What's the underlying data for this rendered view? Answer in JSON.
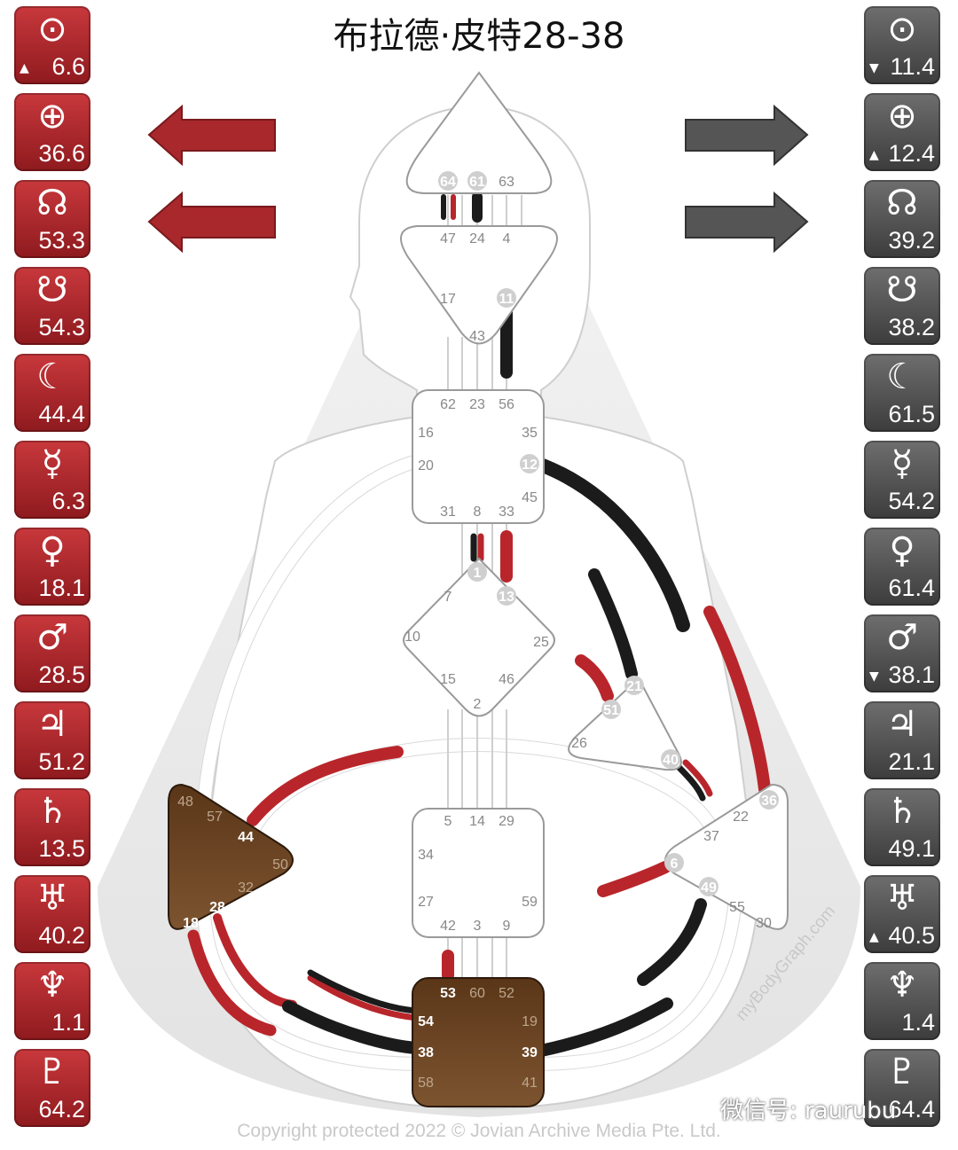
{
  "title": "布拉德·皮特28-38",
  "copyright": "Copyright protected 2022 © Jovian Archive Media Pte. Ltd.",
  "side_watermark": "myBodyGraph.com",
  "watermark": "微信号: raurubu",
  "colors": {
    "design_red": "#b8262b",
    "personality_black": "#1b1b1b",
    "defined_center": "#6b4424"
  },
  "design_column": [
    {
      "icon": "sun-icon",
      "symbol": "⊙",
      "value": "6.6",
      "arrow": "▲"
    },
    {
      "icon": "earth-icon",
      "symbol": "⊕",
      "value": "36.6",
      "arrow": ""
    },
    {
      "icon": "north-node-icon",
      "symbol": "☊",
      "value": "53.3",
      "arrow": ""
    },
    {
      "icon": "south-node-icon",
      "symbol": "☋",
      "value": "54.3",
      "arrow": ""
    },
    {
      "icon": "moon-icon",
      "symbol": "☾",
      "value": "44.4",
      "arrow": ""
    },
    {
      "icon": "mercury-icon",
      "symbol": "☿",
      "value": "6.3",
      "arrow": ""
    },
    {
      "icon": "venus-icon",
      "symbol": "♀",
      "value": "18.1",
      "arrow": ""
    },
    {
      "icon": "mars-icon",
      "symbol": "♂",
      "value": "28.5",
      "arrow": ""
    },
    {
      "icon": "jupiter-icon",
      "symbol": "♃",
      "value": "51.2",
      "arrow": ""
    },
    {
      "icon": "saturn-icon",
      "symbol": "♄",
      "value": "13.5",
      "arrow": ""
    },
    {
      "icon": "uranus-icon",
      "symbol": "♅",
      "value": "40.2",
      "arrow": ""
    },
    {
      "icon": "neptune-icon",
      "symbol": "♆",
      "value": "1.1",
      "arrow": ""
    },
    {
      "icon": "pluto-icon",
      "symbol": "♇",
      "value": "64.2",
      "arrow": ""
    }
  ],
  "personality_column": [
    {
      "icon": "sun-icon",
      "symbol": "⊙",
      "value": "11.4",
      "arrow": "▼"
    },
    {
      "icon": "earth-icon",
      "symbol": "⊕",
      "value": "12.4",
      "arrow": "▲"
    },
    {
      "icon": "north-node-icon",
      "symbol": "☊",
      "value": "39.2",
      "arrow": ""
    },
    {
      "icon": "south-node-icon",
      "symbol": "☋",
      "value": "38.2",
      "arrow": ""
    },
    {
      "icon": "moon-icon",
      "symbol": "☾",
      "value": "61.5",
      "arrow": ""
    },
    {
      "icon": "mercury-icon",
      "symbol": "☿",
      "value": "54.2",
      "arrow": ""
    },
    {
      "icon": "venus-icon",
      "symbol": "♀",
      "value": "61.4",
      "arrow": ""
    },
    {
      "icon": "mars-icon",
      "symbol": "♂",
      "value": "38.1",
      "arrow": "▼"
    },
    {
      "icon": "jupiter-icon",
      "symbol": "♃",
      "value": "21.1",
      "arrow": ""
    },
    {
      "icon": "saturn-icon",
      "symbol": "♄",
      "value": "49.1",
      "arrow": ""
    },
    {
      "icon": "uranus-icon",
      "symbol": "♅",
      "value": "40.5",
      "arrow": "▲"
    },
    {
      "icon": "neptune-icon",
      "symbol": "♆",
      "value": "1.4",
      "arrow": ""
    },
    {
      "icon": "pluto-icon",
      "symbol": "♇",
      "value": "64.4",
      "arrow": ""
    }
  ],
  "gates": {
    "head": [
      "64",
      "61",
      "63"
    ],
    "ajna": [
      "47",
      "24",
      "4",
      "17",
      "11",
      "43"
    ],
    "throat": [
      "62",
      "23",
      "56",
      "16",
      "35",
      "20",
      "12",
      "45",
      "31",
      "8",
      "33"
    ],
    "g": [
      "1",
      "13",
      "7",
      "10",
      "25",
      "15",
      "46",
      "2"
    ],
    "ego": [
      "21",
      "51",
      "26",
      "40"
    ],
    "sacral": [
      "5",
      "14",
      "29",
      "34",
      "27",
      "59",
      "42",
      "3",
      "9"
    ],
    "spleen": [
      "48",
      "57",
      "44",
      "50",
      "32",
      "28",
      "18"
    ],
    "solar_plexus": [
      "36",
      "22",
      "37",
      "6",
      "49",
      "55",
      "30"
    ],
    "root": [
      "53",
      "60",
      "52",
      "54",
      "19",
      "38",
      "39",
      "58",
      "41"
    ]
  }
}
